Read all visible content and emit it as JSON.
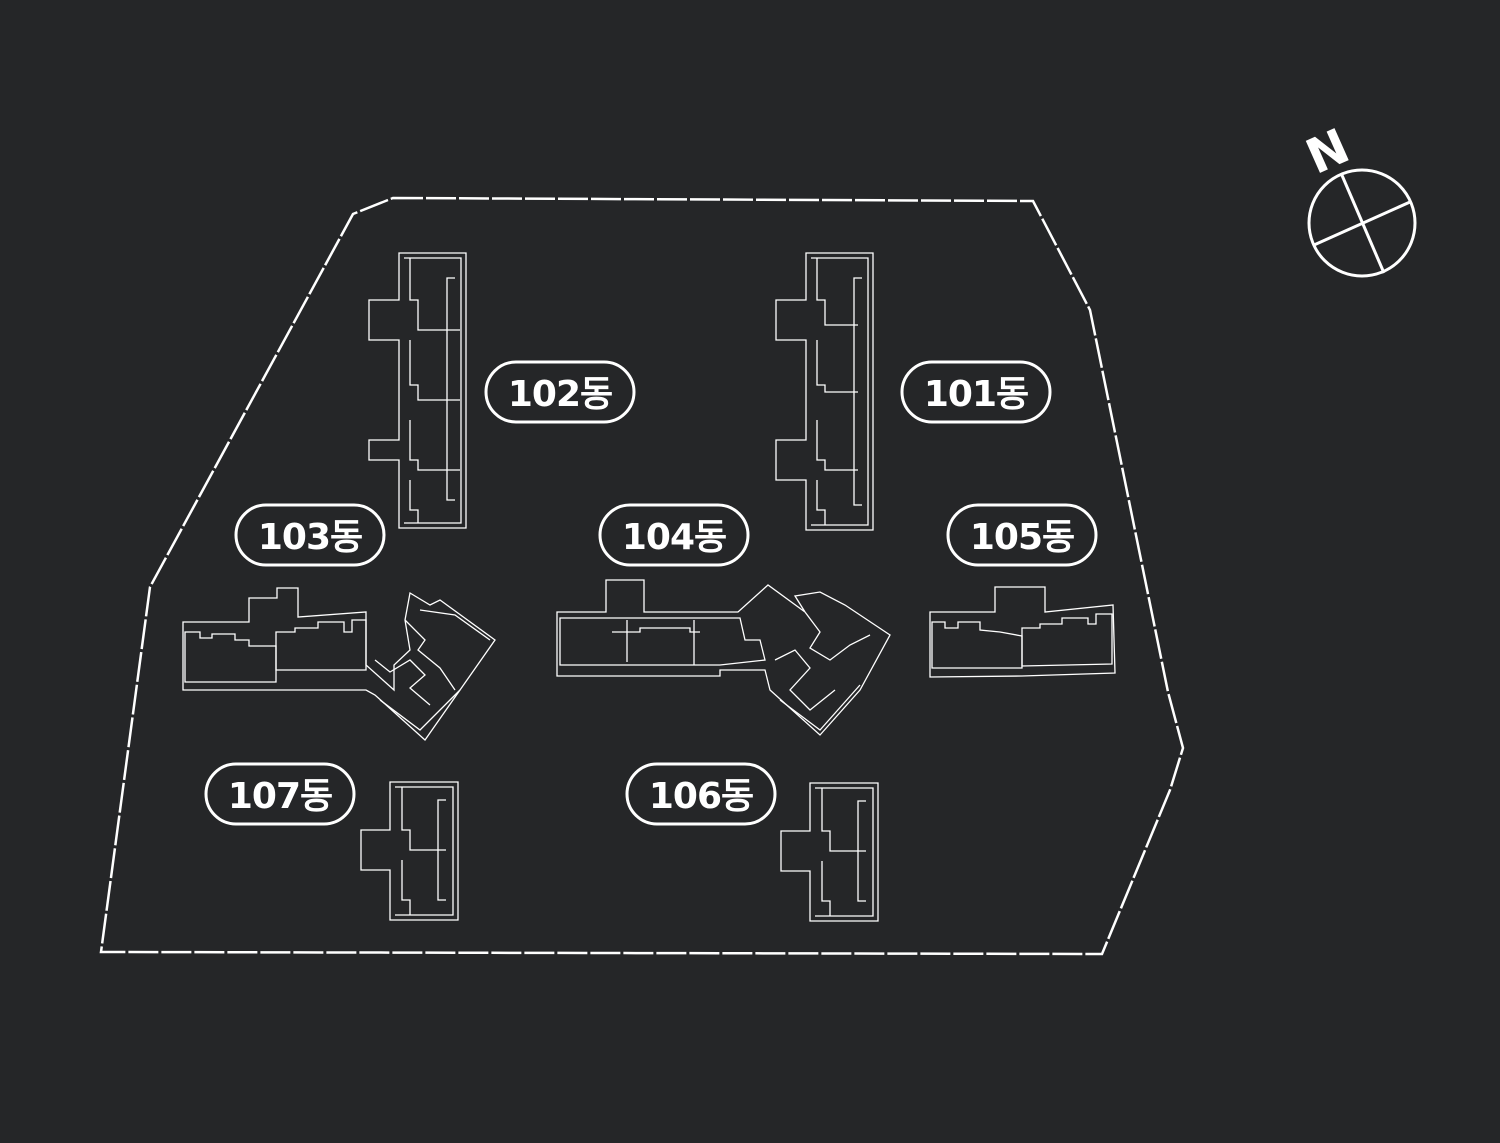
{
  "map": {
    "background": "#252628",
    "line_color": "#ffffff",
    "highlight_color": "#b5d34a",
    "compass": {
      "letter": "N",
      "icon": "north-arrow-icon"
    },
    "buildings": [
      {
        "id": "101",
        "label": "101동",
        "highlighted": false
      },
      {
        "id": "102",
        "label": "102동",
        "highlighted": false
      },
      {
        "id": "103",
        "label": "103동",
        "highlighted": true
      },
      {
        "id": "104",
        "label": "104동",
        "highlighted": false
      },
      {
        "id": "105",
        "label": "105동",
        "highlighted": true
      },
      {
        "id": "106",
        "label": "106동",
        "highlighted": false
      },
      {
        "id": "107",
        "label": "107동",
        "highlighted": false
      }
    ]
  }
}
